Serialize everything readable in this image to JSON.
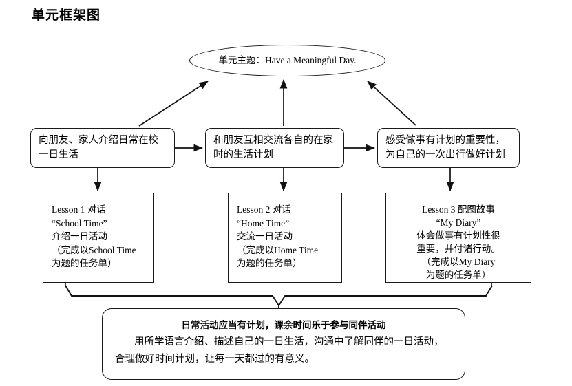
{
  "title": "单元框架图",
  "theme": {
    "label": "单元主题：Have a Meaningful Day."
  },
  "goals": [
    {
      "name": "goal-1",
      "text": "向朋友、家人介绍日常在校一日生活"
    },
    {
      "name": "goal-2",
      "text": "和朋友互相交流各自的在家时的生活计划"
    },
    {
      "name": "goal-3",
      "text": "感受做事有计划的重要性，为自己的一次出行做好计划"
    }
  ],
  "lessons": [
    {
      "name": "lesson-1",
      "lines": [
        "Lesson 1 对话",
        " “School Time”",
        "介绍一日活动",
        "（完成以School Time",
        "为题的任务单）"
      ]
    },
    {
      "name": "lesson-2",
      "lines": [
        "Lesson 2 对话",
        " “Home Time”",
        "交流一日活动",
        "（完成以Home Time",
        "为题的任务单）"
      ]
    },
    {
      "name": "lesson-3",
      "lines": [
        "Lesson 3 配图故事",
        "“My Diary”",
        "体会做事有计划性很",
        "重要，并付诸行动。",
        "（完成以My Diary",
        "为题的任务单）"
      ]
    }
  ],
  "summary": {
    "heading": "日常活动应当有计划，课余时间乐于参与同伴活动",
    "body": [
      "用所学语言介绍、描述自己的一日生活，沟通中了解同伴的一日活动，",
      "合理做好时间计划，让每一天都过的有意义。"
    ]
  },
  "colors": {
    "stroke": "#1a1a1a",
    "background": "#ffffff",
    "text": "#000000"
  }
}
